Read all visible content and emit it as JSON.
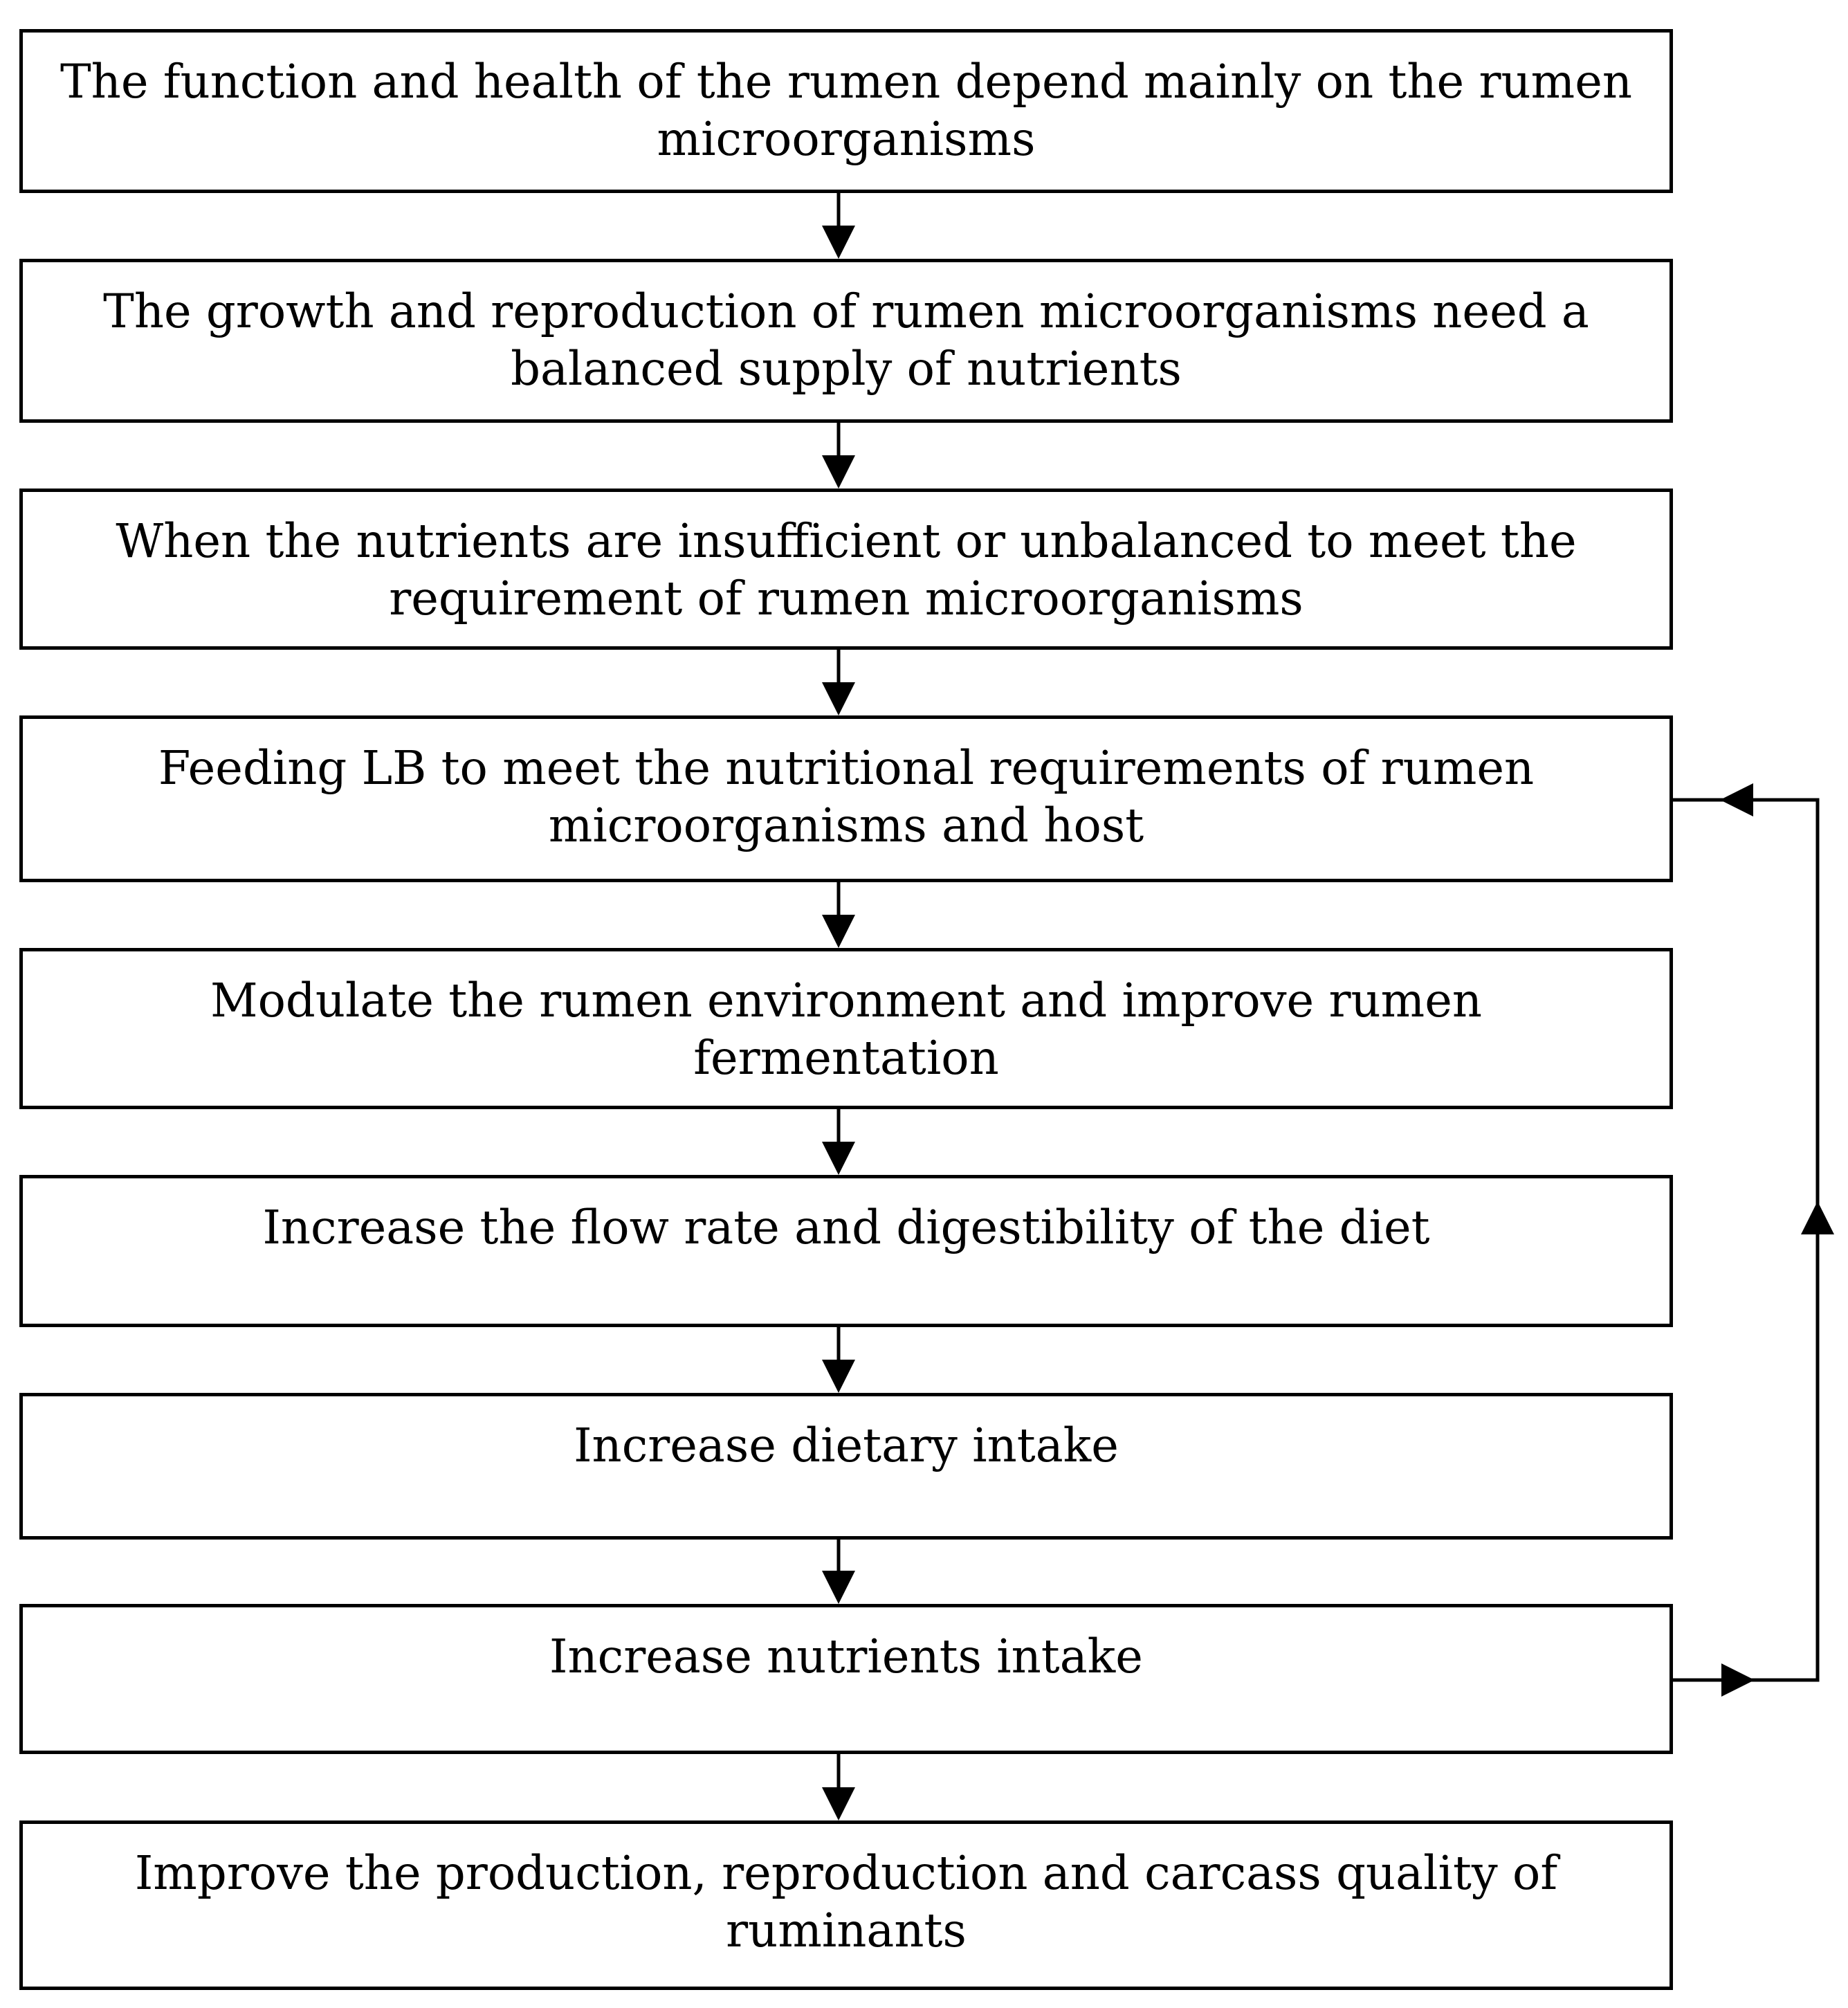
{
  "flowchart": {
    "steps": [
      "The function and health of the rumen depend mainly on the rumen microorganisms",
      "The growth and reproduction of rumen microorganisms need a balanced supply of nutrients",
      "When the nutrients are insufficient or unbalanced to meet the requirement of rumen microorganisms",
      "Feeding LB to meet the nutritional requirements of rumen microorganisms and host",
      "Modulate the rumen environment and improve rumen fermentation",
      "Increase the flow rate and digestibility of the diet",
      "Increase dietary intake",
      "Increase nutrients intake",
      "Improve the production, reproduction and carcass quality of ruminants"
    ],
    "feedback": {
      "from_step": 8,
      "to_step": 4
    }
  }
}
